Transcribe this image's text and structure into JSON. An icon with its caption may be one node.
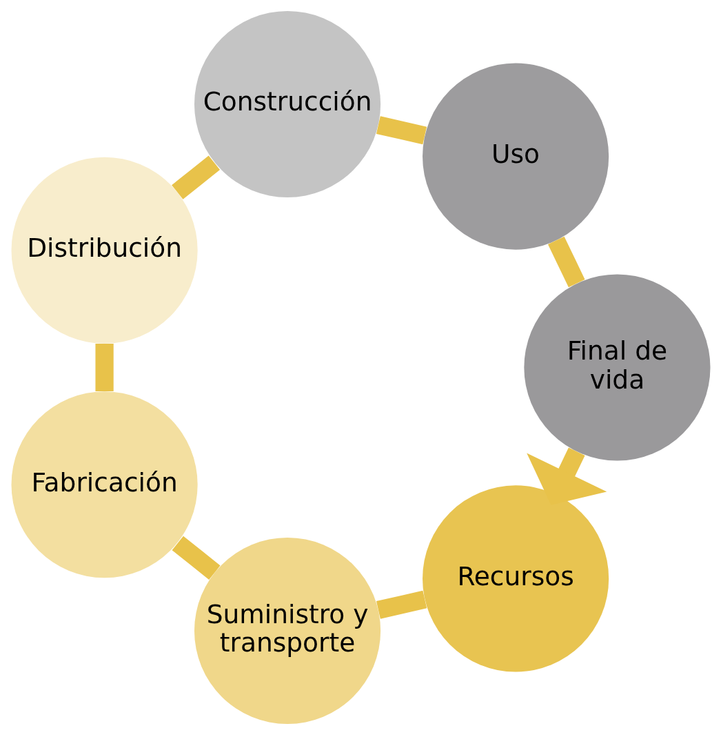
{
  "diagram": {
    "nodes": [
      {
        "text": [
          "Recursos"
        ]
      },
      {
        "text": [
          "Suministro y transporte"
        ]
      },
      {
        "text": [
          "Fabricación"
        ]
      },
      {
        "text": [
          "Distribución"
        ]
      },
      {
        "text": [
          "Construcción"
        ]
      },
      {
        "text": [
          "Uso"
        ]
      },
      {
        "text": [
          "Final de vida"
        ]
      }
    ],
    "edges": [
      {
        "from": 0,
        "to": 1,
        "arrow": "none"
      },
      {
        "from": 1,
        "to": 2,
        "arrow": "none"
      },
      {
        "from": 2,
        "to": 3,
        "arrow": "none"
      },
      {
        "from": 3,
        "to": 4,
        "arrow": "none"
      },
      {
        "from": 4,
        "to": 5,
        "arrow": "none"
      },
      {
        "from": 5,
        "to": 6,
        "arrow": "none"
      },
      {
        "from": 6,
        "to": 0,
        "arrow": "to"
      }
    ]
  }
}
